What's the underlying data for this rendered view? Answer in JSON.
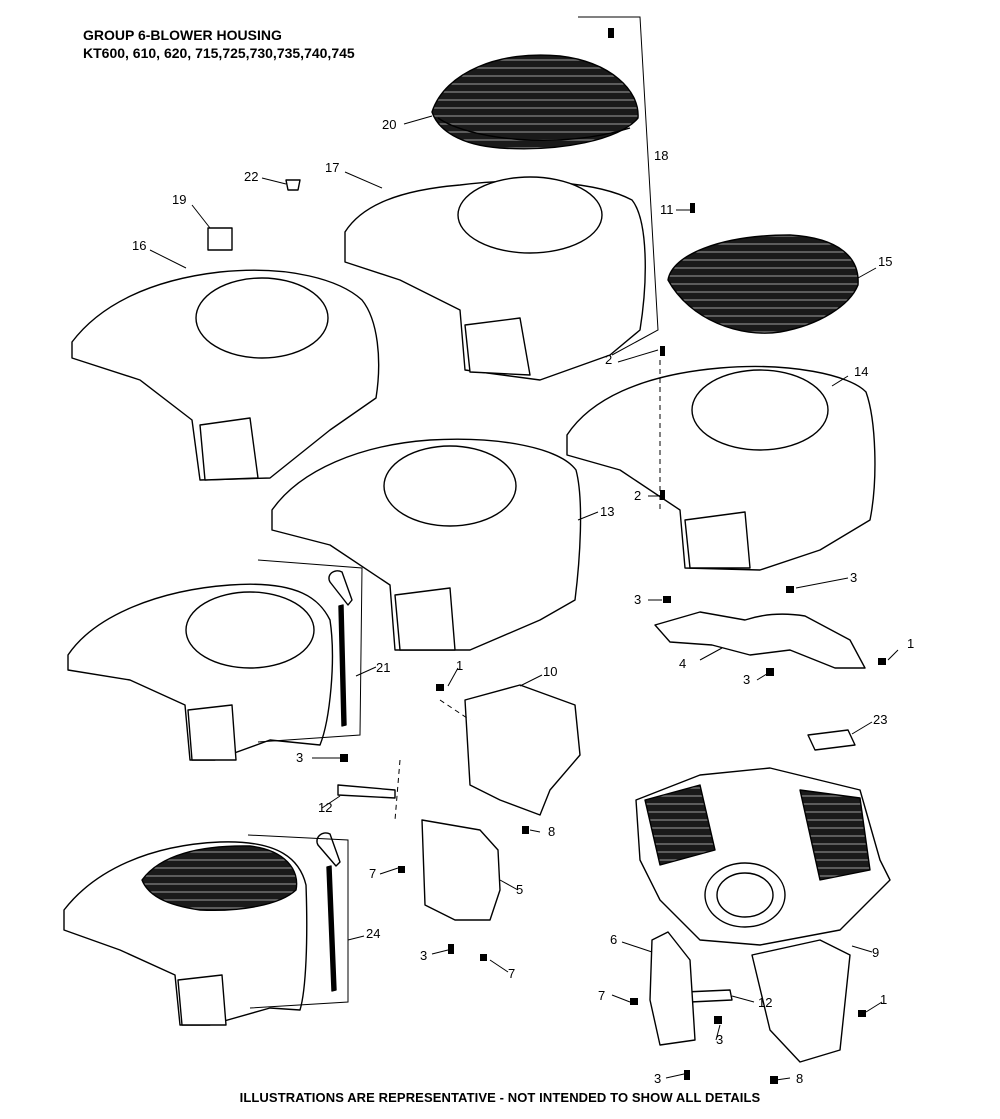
{
  "header": {
    "title": "GROUP 6-BLOWER HOUSING",
    "models": "KT600, 610, 620, 715,725,730,735,740,745"
  },
  "footer": {
    "note": "ILLUSTRATIONS ARE REPRESENTATIVE - NOT INTENDED TO SHOW ALL DETAILS"
  },
  "callouts": {
    "c1a": "1",
    "c1b": "1",
    "c1c": "1",
    "c2a": "2",
    "c2b": "2",
    "c3a": "3",
    "c3b": "3",
    "c3c": "3",
    "c3d": "3",
    "c3e": "3",
    "c3f": "3",
    "c3g": "3",
    "c4": "4",
    "c5": "5",
    "c6": "6",
    "c7a": "7",
    "c7b": "7",
    "c7c": "7",
    "c8a": "8",
    "c8b": "8",
    "c9": "9",
    "c10": "10",
    "c11": "11",
    "c12a": "12",
    "c12b": "12",
    "c13": "13",
    "c14": "14",
    "c15": "15",
    "c16": "16",
    "c17": "17",
    "c18": "18",
    "c19": "19",
    "c20": "20",
    "c21": "21",
    "c22": "22",
    "c23": "23",
    "c24": "24"
  },
  "colors": {
    "line": "#000000",
    "shroud_fill": "#ffffff",
    "grille_fill": "#1a1a1a"
  }
}
